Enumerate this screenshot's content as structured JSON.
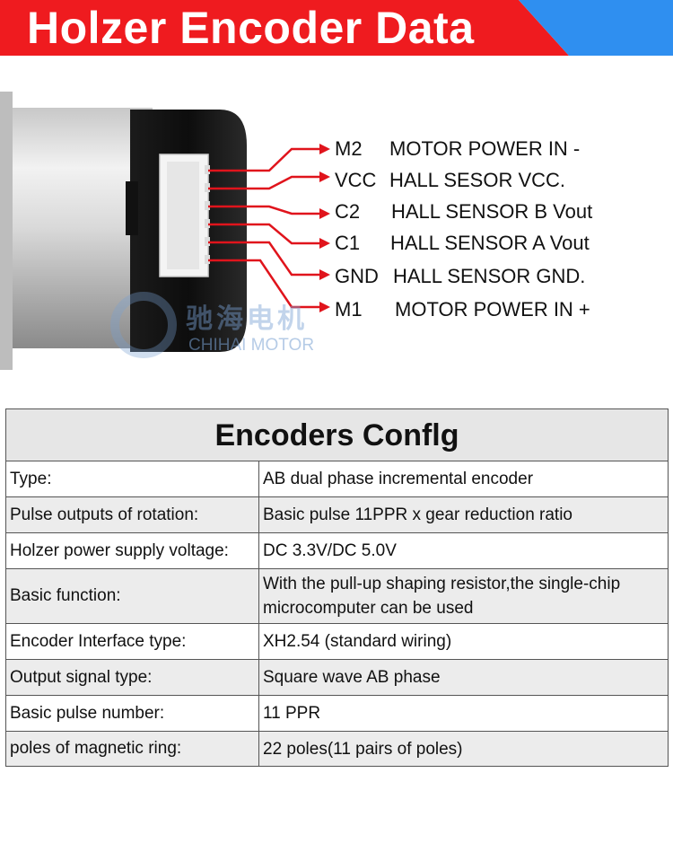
{
  "banner": {
    "title": "Holzer Encoder Data",
    "colors": {
      "red": "#ef1b1f",
      "blue": "#2f8ff0"
    }
  },
  "pins": [
    {
      "code": "M2",
      "desc": "MOTOR  POWER  IN  -"
    },
    {
      "code": "VCC",
      "desc": "HALL SESOR VCC."
    },
    {
      "code": "C2",
      "desc": "HALL SENSOR B  Vout"
    },
    {
      "code": "C1",
      "desc": "HALL SENSOR A  Vout"
    },
    {
      "code": "GND",
      "desc": "HALL SENSOR GND."
    },
    {
      "code": "M1",
      "desc": "MOTOR  POWER  IN +"
    }
  ],
  "watermark": {
    "cn": "驰海电机",
    "en": "CHIHAI MOTOR"
  },
  "config": {
    "title": "Encoders Conflg",
    "rows": [
      {
        "key": "Type:",
        "value": "AB dual phase incremental encoder"
      },
      {
        "key": "Pulse outputs of rotation:",
        "value": "Basic pulse 11PPR x gear reduction ratio"
      },
      {
        "key": "Holzer power supply voltage:",
        "value": "DC 3.3V/DC 5.0V"
      },
      {
        "key": "Basic function:",
        "value": "With the pull-up shaping resistor,the single-chip microcomputer can be used"
      },
      {
        "key": "Encoder Interface type:",
        "value": "XH2.54 (standard  wiring)"
      },
      {
        "key": "Output signal type:",
        "value": "Square wave AB phase"
      },
      {
        "key": "Basic pulse number:",
        "value": "11 PPR"
      },
      {
        "key": "poles of magnetic ring:",
        "value": "22 poles(11 pairs of poles)"
      }
    ]
  },
  "accent_color": "#e0141c"
}
